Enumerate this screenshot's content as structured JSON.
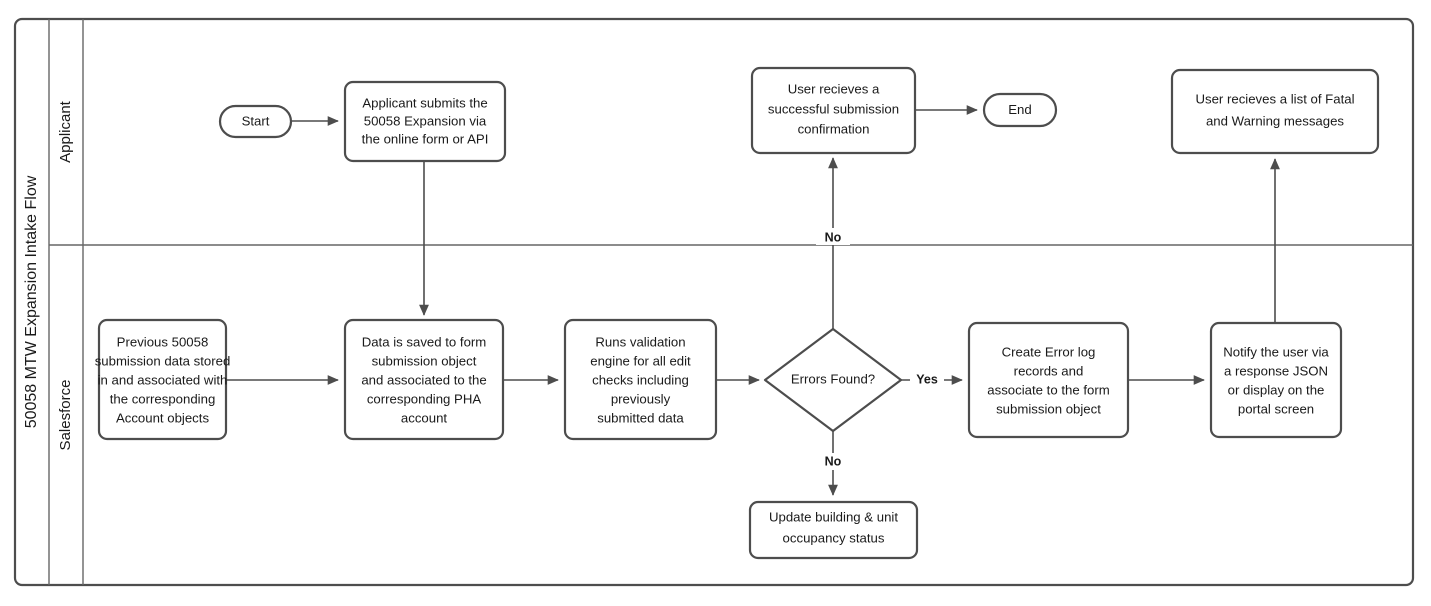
{
  "pool": {
    "title": "50058 MTW Expansion Intake Flow",
    "lanes": [
      {
        "id": "applicant",
        "label": "Applicant"
      },
      {
        "id": "salesforce",
        "label": "Salesforce"
      }
    ]
  },
  "colors": {
    "shape_stroke": "#4d4d4d",
    "shape_fill": "#ffffff",
    "text": "#1a1a1a",
    "lane_divider": "#666666",
    "background": "#ffffff"
  },
  "diagram": {
    "type": "flowchart",
    "orientation": "left-to-right",
    "nodes": [
      {
        "id": "start",
        "shape": "terminator",
        "lane": "applicant",
        "lines": [
          "Start"
        ]
      },
      {
        "id": "submit",
        "shape": "process",
        "lane": "applicant",
        "lines": [
          "Applicant submits the",
          "50058 Expansion via",
          "the online form or API"
        ]
      },
      {
        "id": "confirmation",
        "shape": "process",
        "lane": "applicant",
        "lines": [
          "User recieves a",
          "successful submission",
          "confirmation"
        ]
      },
      {
        "id": "end",
        "shape": "terminator",
        "lane": "applicant",
        "lines": [
          "End"
        ]
      },
      {
        "id": "fatal-warning",
        "shape": "process",
        "lane": "applicant",
        "lines": [
          "User recieves a list of Fatal",
          "and Warning messages"
        ]
      },
      {
        "id": "previous-data",
        "shape": "process",
        "lane": "salesforce",
        "lines": [
          "Previous 50058",
          "submission data stored",
          "in and associated with",
          "the corresponding",
          "Account objects"
        ]
      },
      {
        "id": "save-data",
        "shape": "process",
        "lane": "salesforce",
        "lines": [
          "Data is saved to form",
          "submission object",
          "and associated to the",
          "corresponding PHA",
          "account"
        ]
      },
      {
        "id": "validation",
        "shape": "process",
        "lane": "salesforce",
        "lines": [
          "Runs validation",
          "engine for all edit",
          "checks including",
          "previously",
          "submitted data"
        ]
      },
      {
        "id": "errors-found",
        "shape": "decision",
        "lane": "salesforce",
        "lines": [
          "Errors Found?"
        ]
      },
      {
        "id": "error-log",
        "shape": "process",
        "lane": "salesforce",
        "lines": [
          "Create Error log",
          "records and",
          "associate to the form",
          "submission object"
        ]
      },
      {
        "id": "notify-user",
        "shape": "process",
        "lane": "salesforce",
        "lines": [
          "Notify the user via",
          "a response JSON",
          "or display on the",
          "portal screen"
        ]
      },
      {
        "id": "occupancy",
        "shape": "process",
        "lane": "salesforce",
        "lines": [
          "Update building & unit",
          "occupancy status"
        ]
      }
    ],
    "edges": [
      {
        "id": "start-to-submit",
        "from": "start",
        "to": "submit",
        "label": ""
      },
      {
        "id": "submit-to-save",
        "from": "submit",
        "to": "save-data",
        "label": ""
      },
      {
        "id": "previous-to-save",
        "from": "previous-data",
        "to": "save-data",
        "label": ""
      },
      {
        "id": "save-to-validation",
        "from": "save-data",
        "to": "validation",
        "label": ""
      },
      {
        "id": "validation-to-errors",
        "from": "validation",
        "to": "errors-found",
        "label": ""
      },
      {
        "id": "errors-no-up",
        "from": "errors-found",
        "to": "confirmation",
        "label": "No"
      },
      {
        "id": "errors-no-down",
        "from": "errors-found",
        "to": "occupancy",
        "label": "No"
      },
      {
        "id": "errors-yes",
        "from": "errors-found",
        "to": "error-log",
        "label": "Yes"
      },
      {
        "id": "errorlog-to-notify",
        "from": "error-log",
        "to": "notify-user",
        "label": ""
      },
      {
        "id": "notify-to-fatal",
        "from": "notify-user",
        "to": "fatal-warning",
        "label": ""
      },
      {
        "id": "confirmation-to-end",
        "from": "confirmation",
        "to": "end",
        "label": ""
      }
    ],
    "edge_labels": {
      "yes": "Yes",
      "no_up": "No",
      "no_down": "No"
    }
  }
}
